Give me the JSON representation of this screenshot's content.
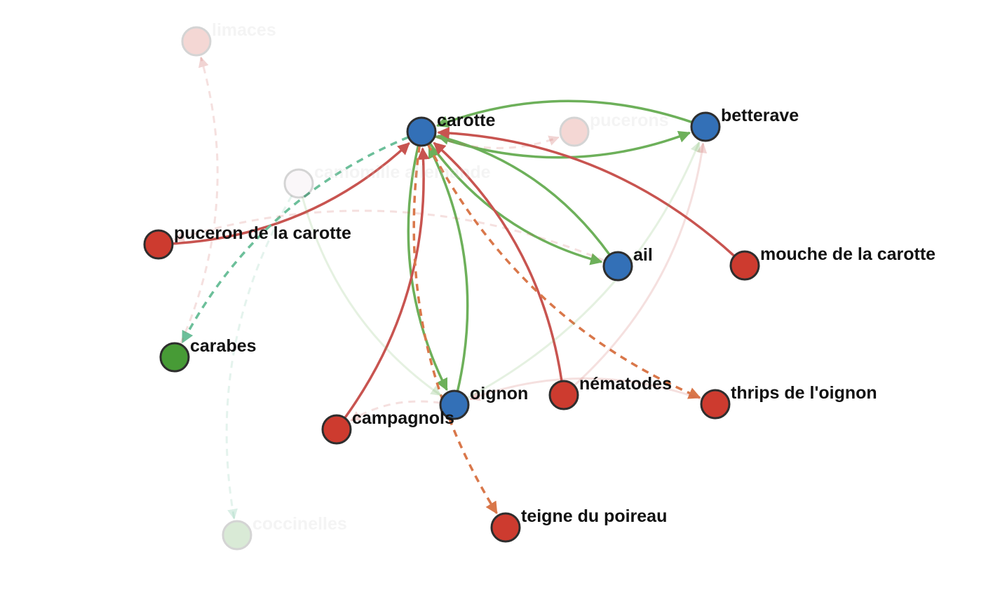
{
  "colors": {
    "crop": "#3370b7",
    "pest": "#cd3b2f",
    "beneficial": "#479b36",
    "node_stroke": "#2e2e2e",
    "edge_good": "#6db05a",
    "edge_bad": "#c85450",
    "edge_dashed_orange": "#d9774a",
    "edge_dashed_teal": "#6cbf9a"
  },
  "nodes": [
    {
      "id": "carotte",
      "label": "carotte",
      "category": "crop",
      "faded": false
    },
    {
      "id": "betterave",
      "label": "betterave",
      "category": "crop",
      "faded": false
    },
    {
      "id": "ail",
      "label": "ail",
      "category": "crop",
      "faded": false
    },
    {
      "id": "oignon",
      "label": "oignon",
      "category": "crop",
      "faded": false
    },
    {
      "id": "puceron_carotte",
      "label": "puceron de la carotte",
      "category": "pest",
      "faded": false
    },
    {
      "id": "mouche_carotte",
      "label": "mouche de la carotte",
      "category": "pest",
      "faded": false
    },
    {
      "id": "carabes",
      "label": "carabes",
      "category": "beneficial",
      "faded": false
    },
    {
      "id": "nematodes",
      "label": "nématodes",
      "category": "pest",
      "faded": false
    },
    {
      "id": "thrips",
      "label": "thrips de l'oignon",
      "category": "pest",
      "faded": false
    },
    {
      "id": "campagnols",
      "label": "campagnols",
      "category": "pest",
      "faded": false
    },
    {
      "id": "teigne",
      "label": "teigne du poireau",
      "category": "pest",
      "faded": false
    },
    {
      "id": "limaces",
      "label": "limaces",
      "category": "pest",
      "faded": true
    },
    {
      "id": "pucerons",
      "label": "pucerons",
      "category": "pest",
      "faded": true
    },
    {
      "id": "camomille",
      "label": "camomille allemande",
      "category": "other",
      "faded": true
    },
    {
      "id": "coccinelles",
      "label": "coccinelles",
      "category": "beneficial",
      "faded": true
    }
  ],
  "edges": [
    {
      "source": "carotte",
      "target": "betterave",
      "kind": "good",
      "style": "solid"
    },
    {
      "source": "betterave",
      "target": "carotte",
      "kind": "good",
      "style": "solid"
    },
    {
      "source": "carotte",
      "target": "ail",
      "kind": "good",
      "style": "solid"
    },
    {
      "source": "ail",
      "target": "carotte",
      "kind": "good",
      "style": "solid"
    },
    {
      "source": "carotte",
      "target": "oignon",
      "kind": "good",
      "style": "solid"
    },
    {
      "source": "oignon",
      "target": "carotte",
      "kind": "good",
      "style": "solid"
    },
    {
      "source": "puceron_carotte",
      "target": "carotte",
      "kind": "bad",
      "style": "solid"
    },
    {
      "source": "mouche_carotte",
      "target": "carotte",
      "kind": "bad",
      "style": "solid"
    },
    {
      "source": "campagnols",
      "target": "carotte",
      "kind": "bad",
      "style": "solid"
    },
    {
      "source": "nematodes",
      "target": "carotte",
      "kind": "bad",
      "style": "solid"
    },
    {
      "source": "carotte",
      "target": "carabes",
      "kind": "teal",
      "style": "dashed"
    },
    {
      "source": "carotte",
      "target": "thrips",
      "kind": "orange",
      "style": "dashed"
    },
    {
      "source": "carotte",
      "target": "teigne",
      "kind": "orange",
      "style": "dashed"
    },
    {
      "source": "carabes",
      "target": "limaces",
      "kind": "bad",
      "style": "dashed",
      "faded": true
    },
    {
      "source": "carotte",
      "target": "pucerons",
      "kind": "bad",
      "style": "dashed",
      "faded": true
    },
    {
      "source": "camomille",
      "target": "coccinelles",
      "kind": "teal",
      "style": "dashed",
      "faded": true
    },
    {
      "source": "thrips",
      "target": "oignon",
      "kind": "bad",
      "style": "solid",
      "faded": true
    },
    {
      "source": "oignon",
      "target": "campagnols",
      "kind": "bad",
      "style": "dashed",
      "faded": true
    },
    {
      "source": "nematodes",
      "target": "betterave",
      "kind": "bad",
      "style": "solid",
      "faded": true
    },
    {
      "source": "oignon",
      "target": "betterave",
      "kind": "good",
      "style": "solid",
      "faded": true
    },
    {
      "source": "camomille",
      "target": "oignon",
      "kind": "good",
      "style": "solid",
      "faded": true
    },
    {
      "source": "ail",
      "target": "puceron_carotte",
      "kind": "bad",
      "style": "dashed",
      "faded": true
    }
  ]
}
